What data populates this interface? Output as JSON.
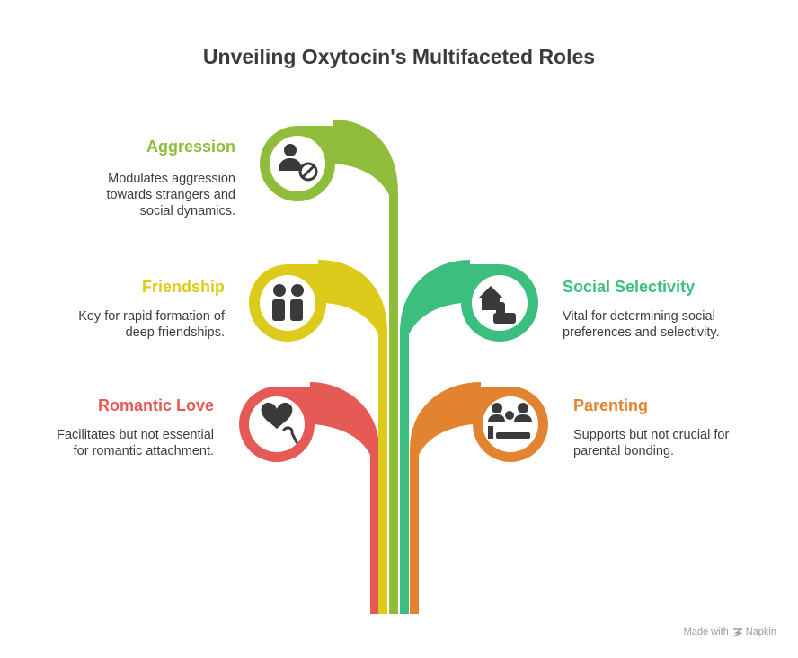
{
  "title": "Unveiling Oxytocin's Multifaceted Roles",
  "items": [
    {
      "label": "Aggression",
      "desc": "Modulates aggression\ntowards strangers and\nsocial dynamics.",
      "color": "#8fbc3a",
      "icon": "person-block-icon"
    },
    {
      "label": "Friendship",
      "desc": "Key for rapid formation of\ndeep friendships.",
      "color": "#dccb1a",
      "icon": "two-friends-icon"
    },
    {
      "label": "Romantic Love",
      "desc": "Facilitates but not essential\nfor romantic attachment.",
      "color": "#e55a55",
      "icon": "heart-hand-icon"
    },
    {
      "label": "Social Selectivity",
      "desc": "Vital for determining social\npreferences and selectivity.",
      "color": "#3cbf7e",
      "icon": "home-select-icon"
    },
    {
      "label": "Parenting",
      "desc": "Supports but not crucial for\nparental bonding.",
      "color": "#e2842f",
      "icon": "family-icon"
    }
  ],
  "footer": {
    "prefix": "Made with",
    "brand": "Napkin"
  }
}
